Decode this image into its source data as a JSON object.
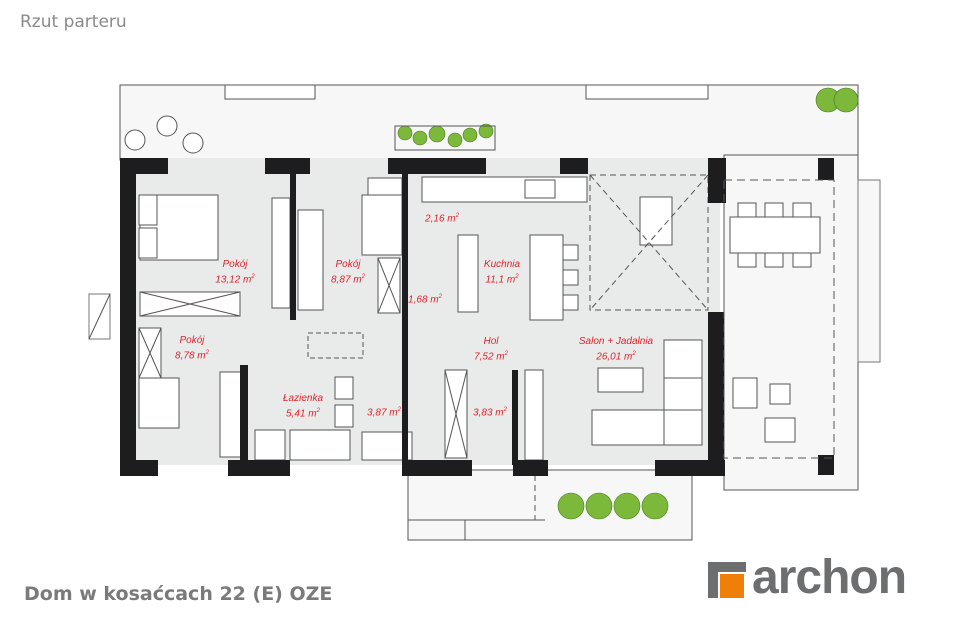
{
  "header": {
    "title": "Rzut parteru"
  },
  "footer": {
    "project_name": "Dom w kosaćcach 22 (E) OZE"
  },
  "brand": {
    "name": "archon",
    "accent_color": "#f07f0a",
    "gray_color": "#6d6e70"
  },
  "colors": {
    "wall": "#1d1d1f",
    "floor": "#e9eaea",
    "terrace": "#f7f7f7",
    "label": "#e3242b",
    "plant": "#7cb83a"
  },
  "rooms": [
    {
      "name": "Pokój",
      "area": "13,12 m",
      "unit_sup": "2"
    },
    {
      "name": "Pokój",
      "area": "8,87 m",
      "unit_sup": "2"
    },
    {
      "name": "",
      "area": "2,16 m",
      "unit_sup": "2"
    },
    {
      "name": "Kuchnia",
      "area": "11,1 m",
      "unit_sup": "2"
    },
    {
      "name": "",
      "area": "1,68 m",
      "unit_sup": "2"
    },
    {
      "name": "Pokój",
      "area": "8,78 m",
      "unit_sup": "2"
    },
    {
      "name": "Hol",
      "area": "7,52 m",
      "unit_sup": "2"
    },
    {
      "name": "Salon + Jadalnia",
      "area": "26,01 m",
      "unit_sup": "2"
    },
    {
      "name": "Łazienka",
      "area": "5,41 m",
      "unit_sup": "2"
    },
    {
      "name": "",
      "area": "3,87 m",
      "unit_sup": "2"
    },
    {
      "name": "",
      "area": "3,83 m",
      "unit_sup": "2"
    }
  ]
}
